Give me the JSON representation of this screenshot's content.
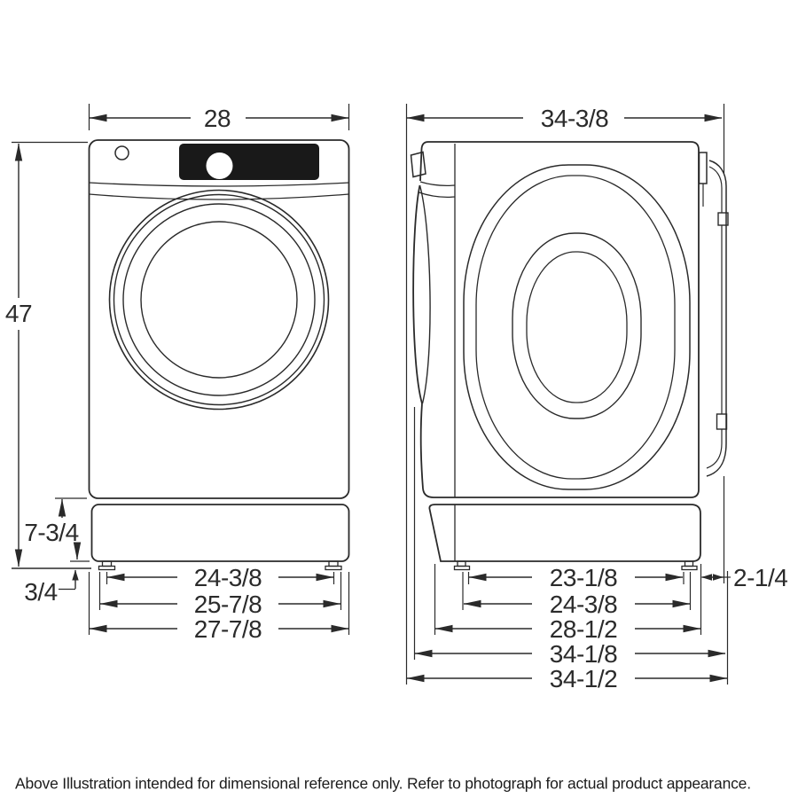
{
  "colors": {
    "line": "#2a2a2a",
    "panel_fill": "#191919",
    "background": "#ffffff"
  },
  "front_view": {
    "dimensions": {
      "overall_width_top": "28",
      "overall_height": "47",
      "pedestal_height": "7-3/4",
      "leveling_leg_height": "3/4",
      "feet_span_inner": "24-3/8",
      "feet_span_outer": "25-7/8",
      "overall_width_bottom": "27-7/8"
    }
  },
  "side_view": {
    "dimensions": {
      "overall_depth_top": "34-3/8",
      "feet_span_inner": "23-1/8",
      "feet_span_outer": "24-3/8",
      "cabinet_depth": "28-1/2",
      "depth_incl_door": "34-1/8",
      "overall_depth_bottom": "34-1/2",
      "rear_clearance": "2-1/4"
    }
  },
  "footnote": "Above Illustration intended for dimensional reference only. Refer to photograph for actual product appearance."
}
